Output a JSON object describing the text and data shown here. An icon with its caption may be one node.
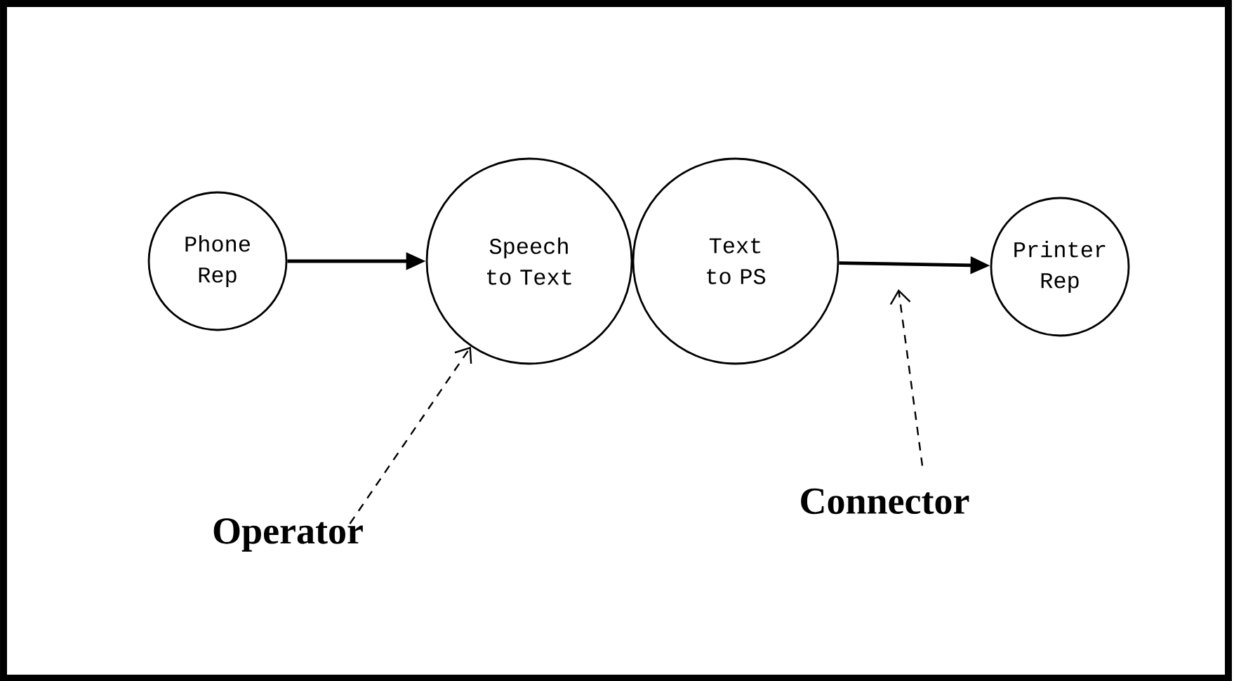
{
  "diagram": {
    "nodes": [
      {
        "text": [
          "Phone Rep"
        ]
      },
      {
        "text": [
          "Speech to Text"
        ]
      },
      {
        "text": [
          "Text to PS"
        ]
      },
      {
        "text": [
          "Printer Rep"
        ]
      },
      {
        "text": [
          "Operator"
        ]
      },
      {
        "text": [
          "Connector"
        ]
      }
    ],
    "edges": [
      {
        "from": 0,
        "to": 1,
        "arrow": "to"
      },
      {
        "from": 2,
        "to": 3,
        "arrow": "to"
      },
      {
        "from": 4,
        "to": 1,
        "arrow": "to",
        "style": "dashed"
      },
      {
        "from": 5,
        "to": null,
        "arrow": "to",
        "style": "dashed"
      }
    ]
  }
}
